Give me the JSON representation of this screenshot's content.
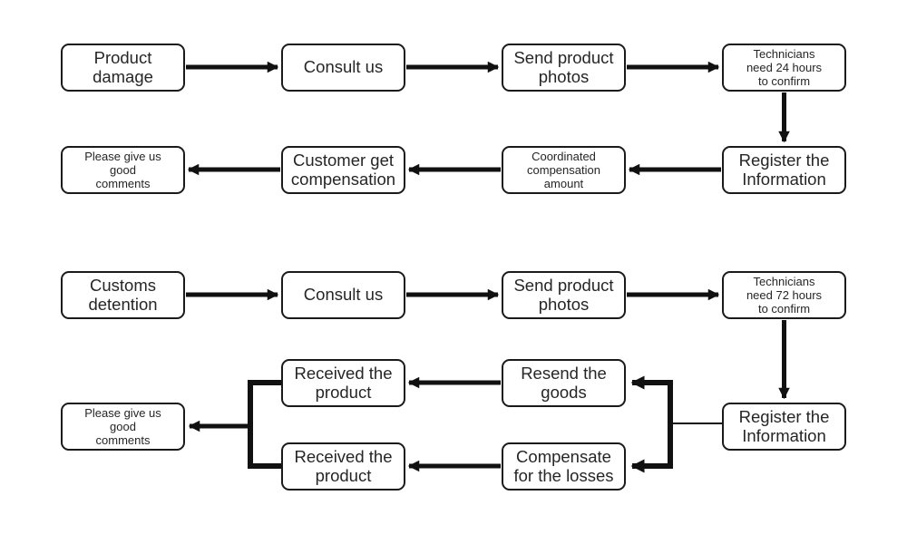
{
  "diagram": {
    "background_color": "#ffffff",
    "line_color": "#111111",
    "box_border_color": "#1a1a1a",
    "text_color": "#262626"
  },
  "nodes": {
    "product_damage": {
      "label": "Product\ndamage"
    },
    "consult_us_1": {
      "label": "Consult us"
    },
    "send_photos_1": {
      "label": "Send product\nphotos"
    },
    "tech_24h": {
      "label": "Technicians\nneed 24 hours\nto confirm"
    },
    "register_info_1": {
      "label": "Register the\nInformation"
    },
    "coordinated_amount": {
      "label": "Coordinated\ncompensation\namount"
    },
    "customer_compensation": {
      "label": "Customer get\ncompensation"
    },
    "good_comments_1": {
      "label": "Please give us\ngood\ncomments"
    },
    "customs_detention": {
      "label": "Customs\ndetention"
    },
    "consult_us_2": {
      "label": "Consult us"
    },
    "send_photos_2": {
      "label": "Send product\nphotos"
    },
    "tech_72h": {
      "label": "Technicians\nneed 72 hours\nto confirm"
    },
    "register_info_2": {
      "label": "Register the\nInformation"
    },
    "resend_goods": {
      "label": "Resend the\ngoods"
    },
    "received_product_1": {
      "label": "Received the\nproduct"
    },
    "compensate_losses": {
      "label": "Compensate\nfor the losses"
    },
    "received_product_2": {
      "label": "Received the\nproduct"
    },
    "good_comments_2": {
      "label": "Please give us\ngood\ncomments"
    }
  }
}
